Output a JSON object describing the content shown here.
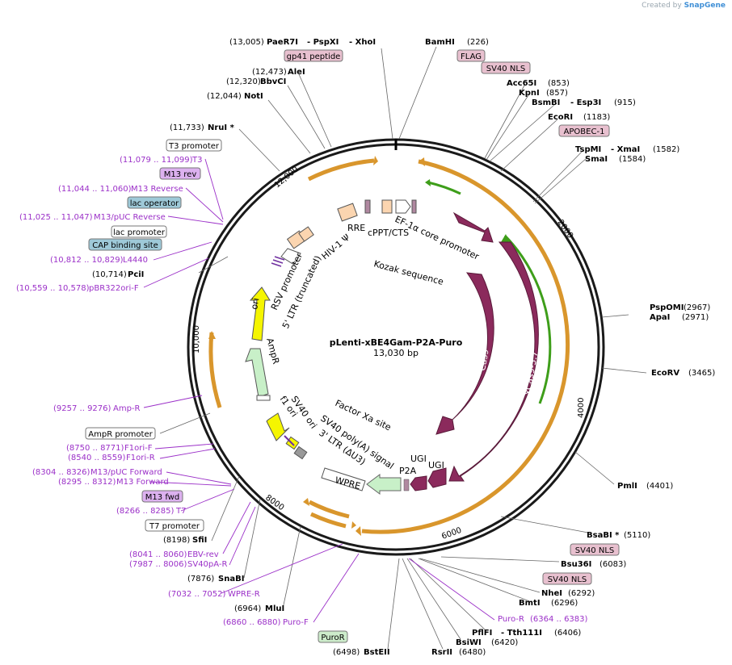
{
  "credit": {
    "prefix": "Created by",
    "brand": "SnapGene"
  },
  "plasmid": {
    "name": "pLenti-xBE4Gam-P2A-Puro",
    "size": "13,030 bp"
  },
  "ruler_ticks": [
    "2000",
    "4000",
    "6000",
    "8000",
    "10,000",
    "12,000"
  ],
  "colors": {
    "backbone": "#1a1a1a",
    "cas9": "#8b2a5c",
    "primer": "#9b30c8",
    "orf_orange": "#d9962c",
    "orf_green": "#3e9e1a",
    "promoter_box": "#ffffff",
    "feature_box_pink": "#e8c0cf",
    "feature_box_blue": "#9ec9d8",
    "feature_box_green": "#cdeccb",
    "feature_box_purple": "#dcb1ef",
    "ampr": "#c8f0c8",
    "ori": "#f5f500"
  },
  "sites_top": [
    {
      "pos": "(13,005)",
      "name": "PaeR7I",
      "extra": "- PspXI",
      "extra2": "- XhoI"
    },
    {
      "pos": "(226)",
      "name": "BamHI"
    },
    {
      "pos": "(12,473)",
      "name": "AleI"
    },
    {
      "pos": "(12,320)",
      "name": "BbvCI"
    },
    {
      "pos": "(12,044)",
      "name": "NotI"
    },
    {
      "pos": "(11,733)",
      "name": "NruI *"
    }
  ],
  "sites_right": [
    {
      "name": "Acc65I",
      "pos": "(853)"
    },
    {
      "name": "KpnI",
      "pos": "(857)"
    },
    {
      "name": "BsmBI",
      "extra": "- Esp3I",
      "pos": "(915)"
    },
    {
      "name": "EcoRI",
      "pos": "(1183)"
    },
    {
      "name": "TspMI",
      "extra": "- XmaI",
      "pos": "(1582)"
    },
    {
      "name": "SmaI",
      "pos": "(1584)"
    },
    {
      "name": "PspOMI",
      "pos": "(2967)"
    },
    {
      "name": "ApaI",
      "pos": "(2971)"
    },
    {
      "name": "EcoRV",
      "pos": "(3465)"
    },
    {
      "name": "PmlI",
      "pos": "(4401)"
    },
    {
      "name": "BsaBI *",
      "pos": "(5110)"
    },
    {
      "name": "Bsu36I",
      "pos": "(6083)"
    },
    {
      "name": "NheI",
      "pos": "(6292)"
    },
    {
      "name": "BmtI",
      "pos": "(6296)"
    },
    {
      "name": "PflFI",
      "extra": "- Tth111I",
      "pos": "(6406)"
    },
    {
      "name": "BsiWI",
      "pos": "(6420)"
    },
    {
      "name": "RsrII",
      "pos": "(6480)"
    },
    {
      "name": "BstEII",
      "pos": "(6498)"
    }
  ],
  "sites_left": [
    {
      "pos": "(10,714)",
      "name": "PciI"
    },
    {
      "pos": "(8198)",
      "name": "SfiI"
    },
    {
      "pos": "(7876)",
      "name": "SnaBI"
    },
    {
      "pos": "(6964)",
      "name": "MluI"
    }
  ],
  "primers_left": [
    {
      "pos": "(11,079 .. 11,099)",
      "name": "T3"
    },
    {
      "pos": "(11,044 .. 11,060)",
      "name": "M13 Reverse"
    },
    {
      "pos": "(11,025 .. 11,047)",
      "name": "M13/pUC Reverse"
    },
    {
      "pos": "(10,812 .. 10,829)",
      "name": "L4440"
    },
    {
      "pos": "(10,559 .. 10,578)",
      "name": "pBR322ori-F"
    },
    {
      "pos": "(9257 .. 9276)",
      "name": "Amp-R"
    },
    {
      "pos": "(8750 .. 8771)",
      "name": "F1ori-F"
    },
    {
      "pos": "(8540 .. 8559)",
      "name": "F1ori-R"
    },
    {
      "pos": "(8304 .. 8326)",
      "name": "M13/pUC Forward"
    },
    {
      "pos": "(8295 .. 8312)",
      "name": "M13 Forward"
    },
    {
      "pos": "(8266 .. 8285)",
      "name": "T7"
    },
    {
      "pos": "(8041 .. 8060)",
      "name": "EBV-rev"
    },
    {
      "pos": "(7987 .. 8006)",
      "name": "SV40pA-R"
    },
    {
      "pos": "(7032 .. 7052)",
      "name": "WPRE-R"
    },
    {
      "pos": "(6860 .. 6880)",
      "name": "Puro-F"
    }
  ],
  "primers_right": [
    {
      "name": "Puro-R",
      "pos": "(6364 .. 6383)"
    }
  ],
  "boxes": {
    "gp41": "gp41 peptide",
    "flag": "FLAG",
    "sv40nls_top": "SV40 NLS",
    "apobec": "APOBEC-1",
    "t3_promoter": "T3 promoter",
    "m13_rev": "M13 rev",
    "lac_operator": "lac operator",
    "lac_promoter": "lac promoter",
    "cap_site": "CAP binding site",
    "ampr_promoter": "AmpR promoter",
    "m13_fwd": "M13 fwd",
    "t7_promoter": "T7 promoter",
    "sv40nls_r1": "SV40 NLS",
    "sv40nls_r2": "SV40 NLS",
    "puror": "PuroR"
  },
  "inner_labels": {
    "rre": "RRE",
    "cppt": "cPPT/CTS",
    "ef1a": "EF-1α core promoter",
    "kozak": "Kozak sequence",
    "hiv": "HIV-1 Ψ",
    "rsv": "RSV promoter",
    "ltr5": "5' LTR (truncated)",
    "ori": "ori",
    "ampr": "AmpR",
    "f1": "f1 ori",
    "sv40ori": "SV40 ori",
    "factorxa": "Factor Xa site",
    "sv40pa": "SV40 poly(A) signal",
    "ltr3": "3' LTR (ΔU3)",
    "wpre": "WPRE",
    "p2a": "P2A",
    "ugi1": "UGI",
    "ugi2": "UGI",
    "cas9": "Cas9",
    "xcas9": "xCas9-3.7"
  }
}
